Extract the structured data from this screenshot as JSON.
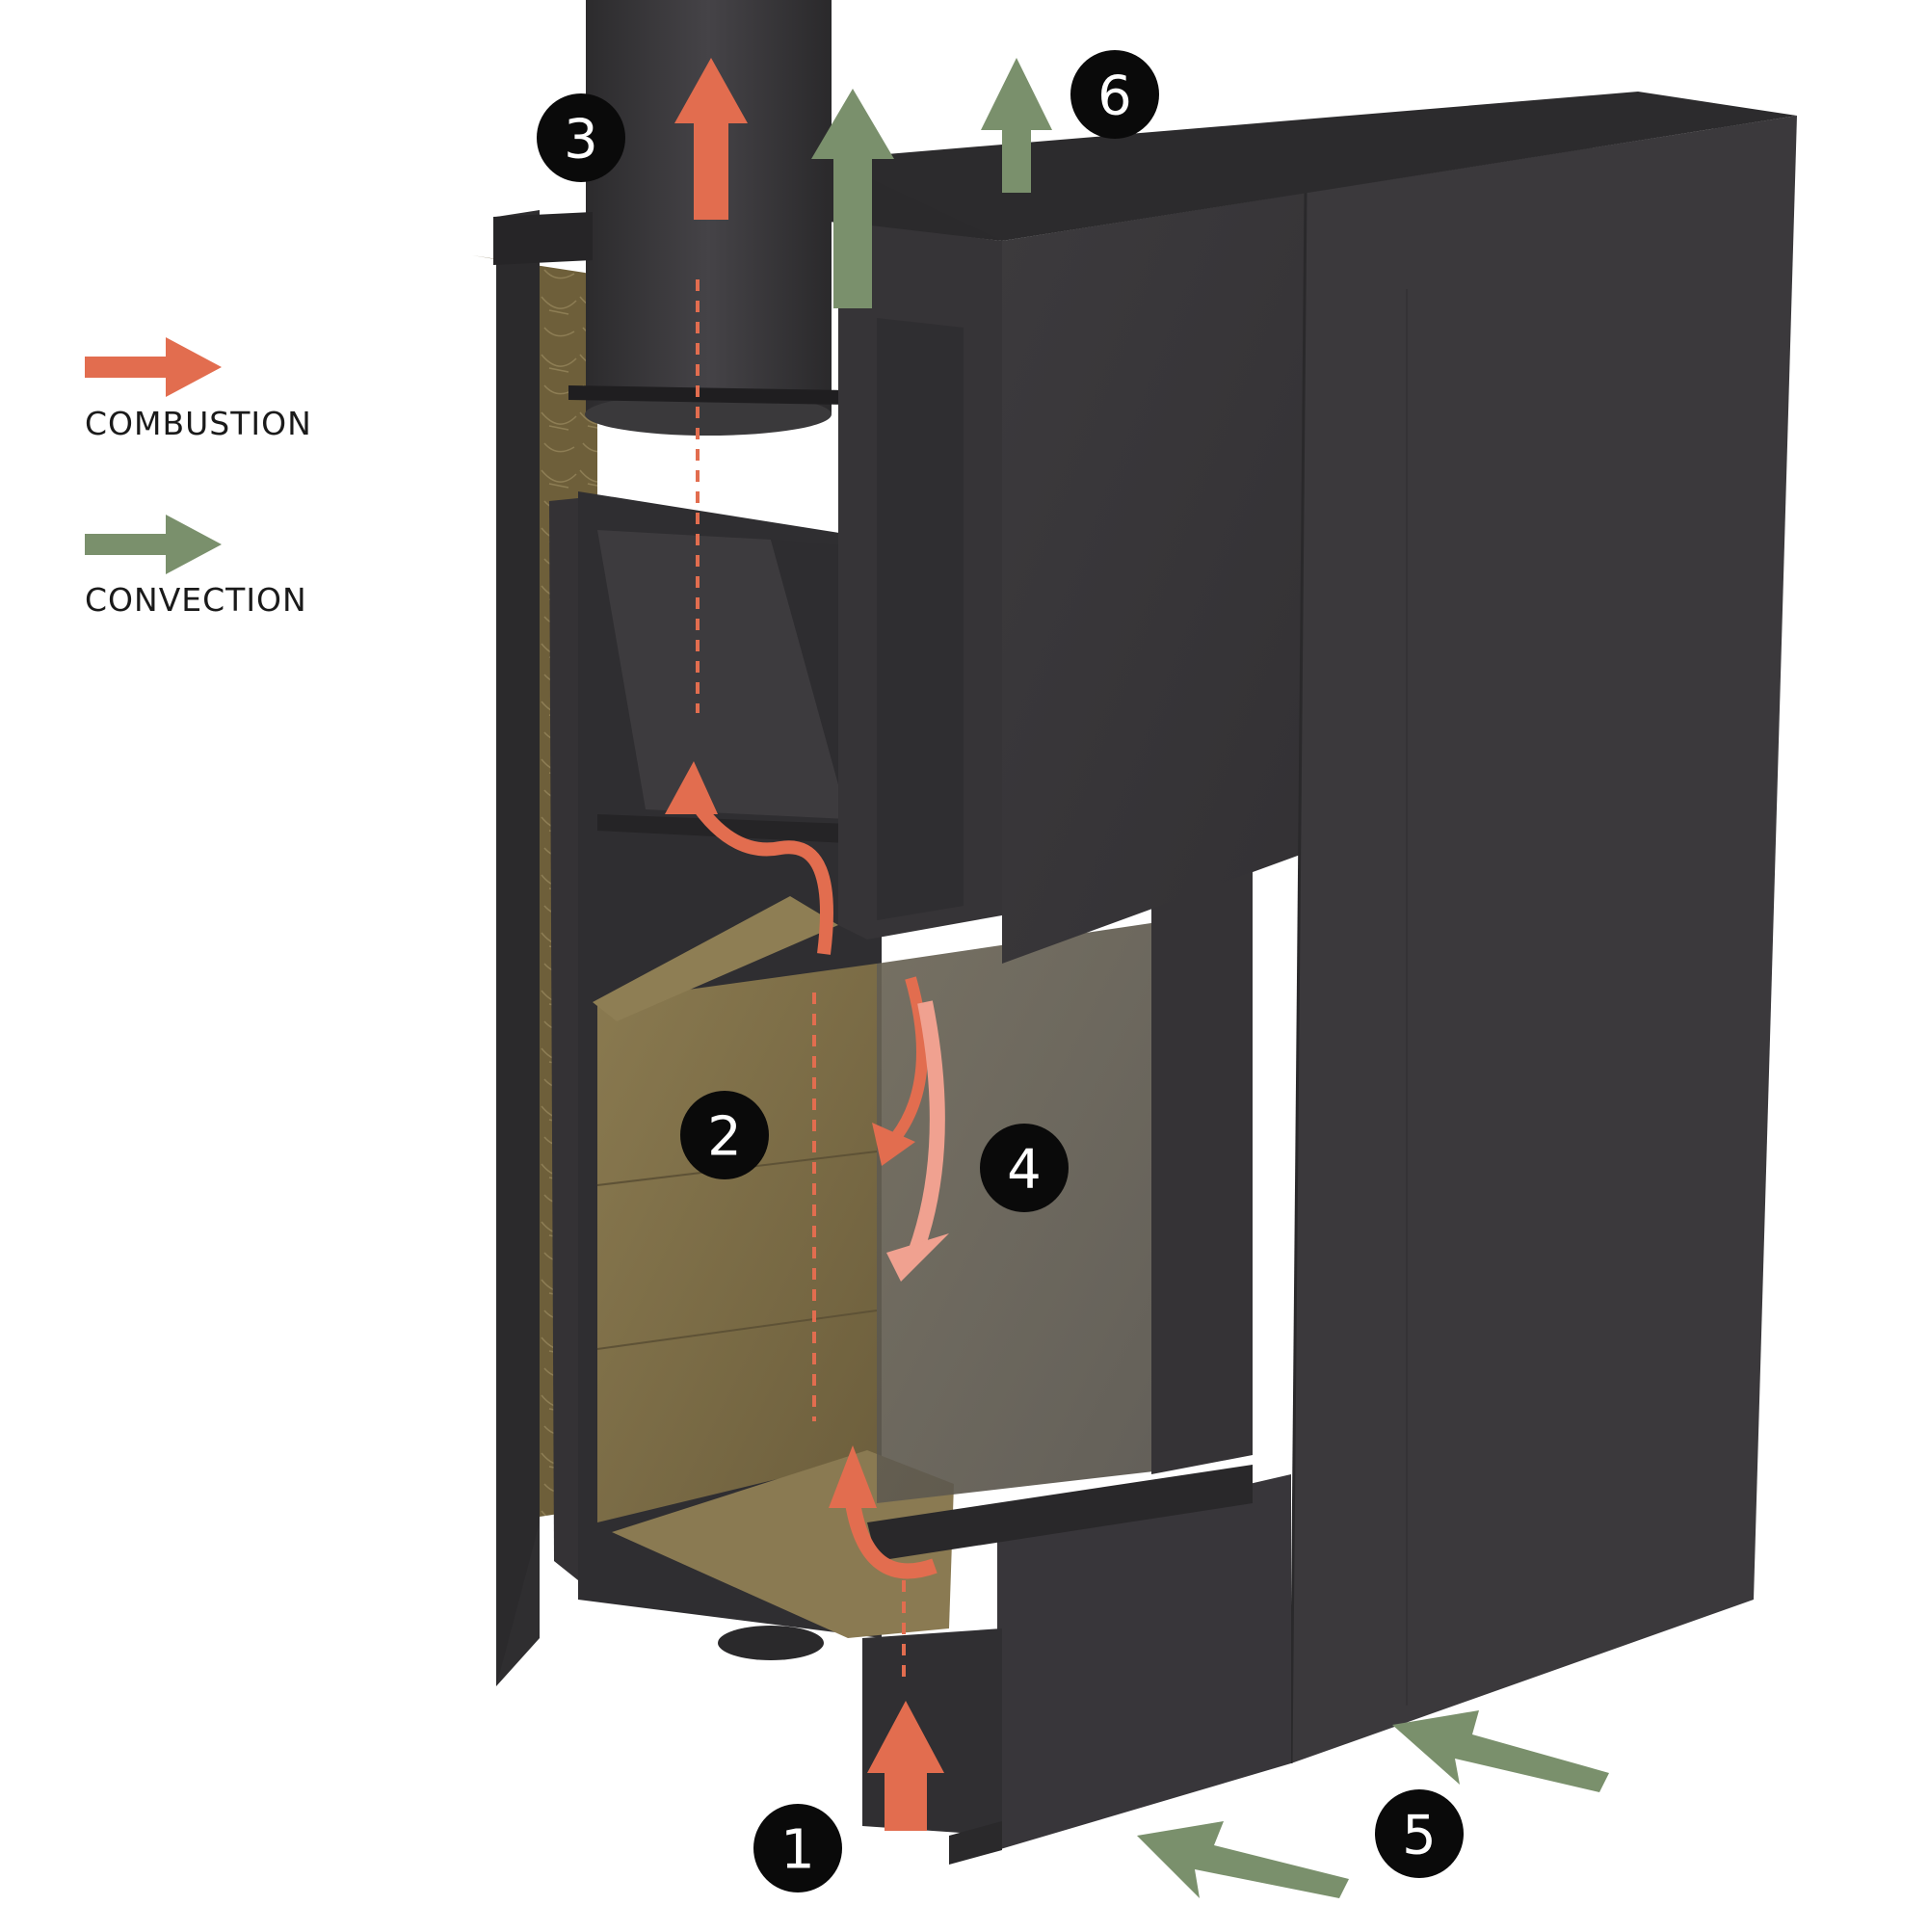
{
  "colors": {
    "combustion": "#e26d4f",
    "convection": "#7a906c",
    "casing": "#3a383a",
    "casing_dark": "#2a292b",
    "insulation": "#6e5f3a",
    "firebrick": "#7d6e48",
    "glass": "#5f594d",
    "badge": "#0a0a0a"
  },
  "legend": {
    "combustion_label": "COMBUSTION",
    "convection_label": "CONVECTION"
  },
  "callouts": [
    "1",
    "2",
    "3",
    "4",
    "5",
    "6"
  ]
}
